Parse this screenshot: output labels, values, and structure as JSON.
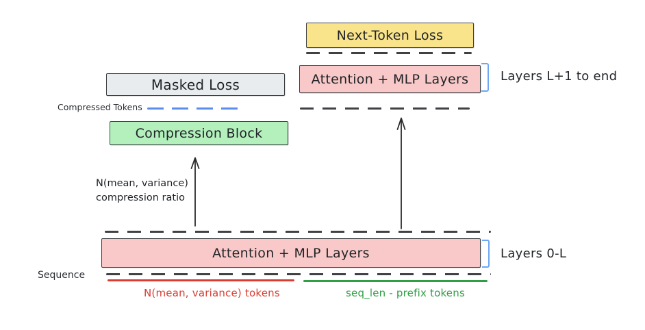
{
  "diagram": {
    "boxes": {
      "next_token_loss": "Next-Token Loss",
      "attention_mlp_top": "Attention + MLP Layers",
      "masked_loss": "Masked Loss",
      "compression_block": "Compression Block",
      "attention_mlp_bottom": "Attention + MLP Layers"
    },
    "labels": {
      "layers_top": "Layers L+1 to end",
      "layers_bottom": "Layers 0-L",
      "compressed_tokens": "Compressed Tokens",
      "sequence": "Sequence",
      "arrow_annotation_line1": "N(mean, variance)",
      "arrow_annotation_line2": "compression ratio",
      "red_caption": "N(mean, variance) tokens",
      "green_caption": "seq_len - prefix tokens"
    }
  },
  "colors": {
    "yellow_fill": "#f9e48b",
    "pink_fill": "#f8c9c8",
    "green_fill": "#b3f0bc",
    "gray_fill": "#e9ecef",
    "bracket_blue": "#6ca6f5",
    "token_dash_blue": "#5b8def",
    "dash_color": "#3f4144",
    "red_accent": "#d93d32",
    "green_accent": "#2f9e44"
  }
}
